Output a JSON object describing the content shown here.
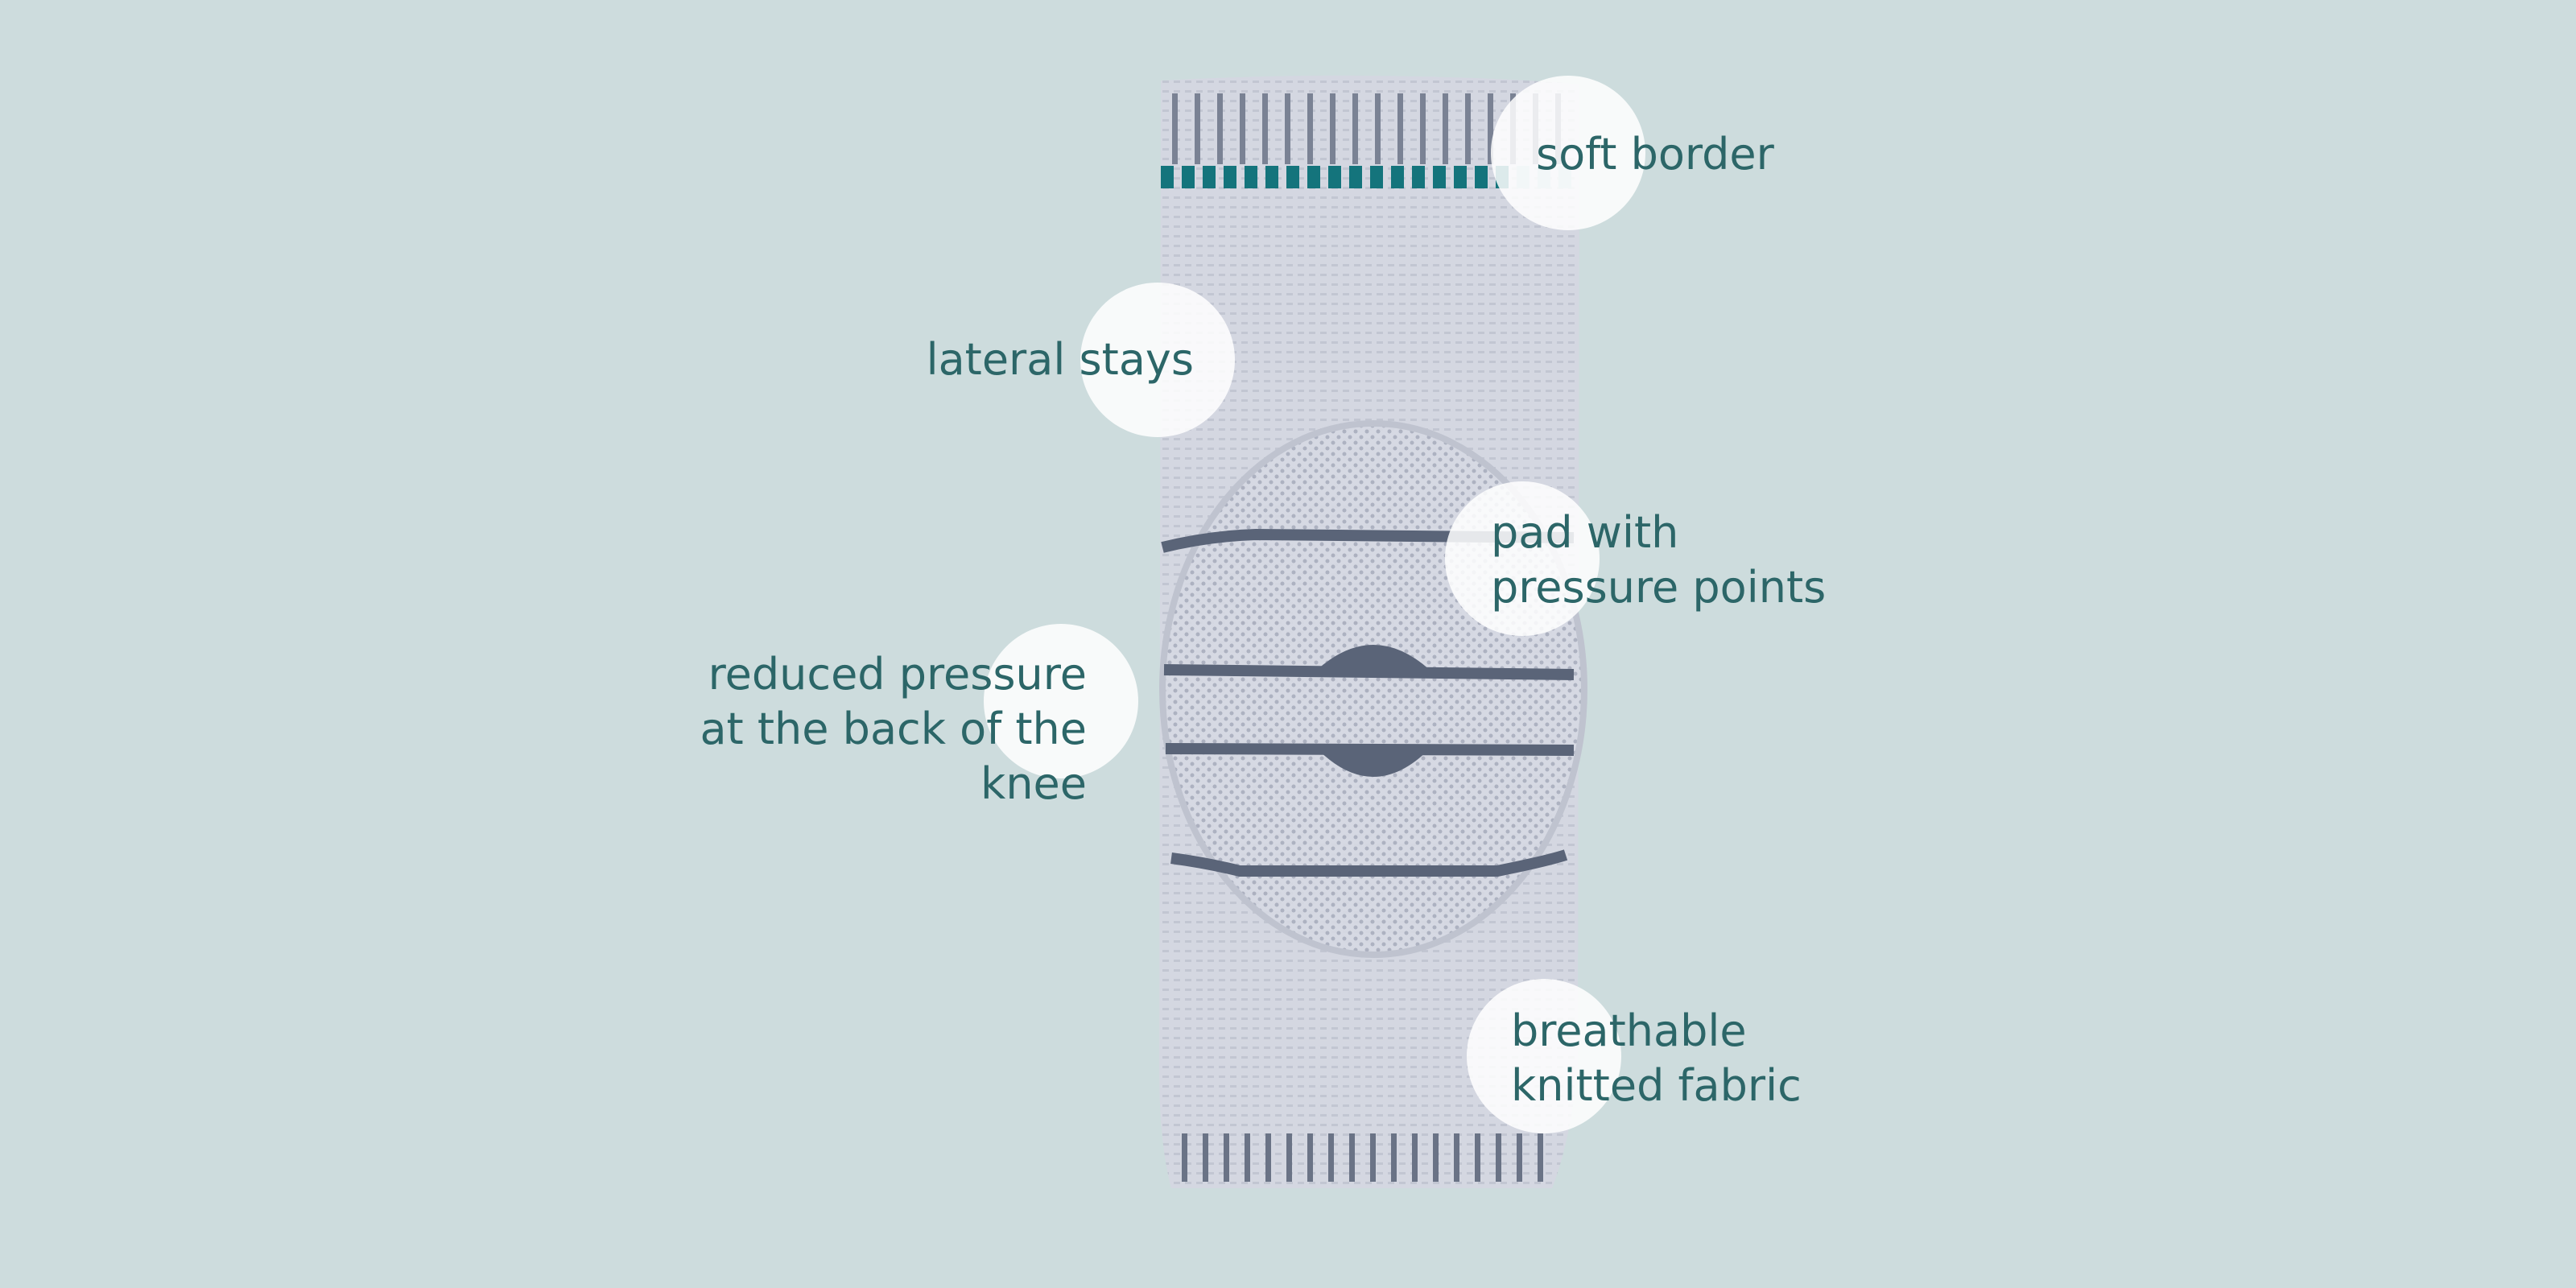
{
  "colors": {
    "background": "#cddcdd",
    "fabric": "#d3d6e0",
    "stripe": "#5a6478",
    "teal_band": "#14747c",
    "text": "#2c6668"
  },
  "labels": {
    "soft_border": [
      "soft border"
    ],
    "lateral_stays": [
      "lateral stays"
    ],
    "pad": [
      "pad with",
      "pressure points"
    ],
    "reduced_pressure": [
      "reduced pressure",
      "at the back of the",
      "knee"
    ],
    "breathable": [
      "breathable",
      "knitted fabric"
    ]
  }
}
